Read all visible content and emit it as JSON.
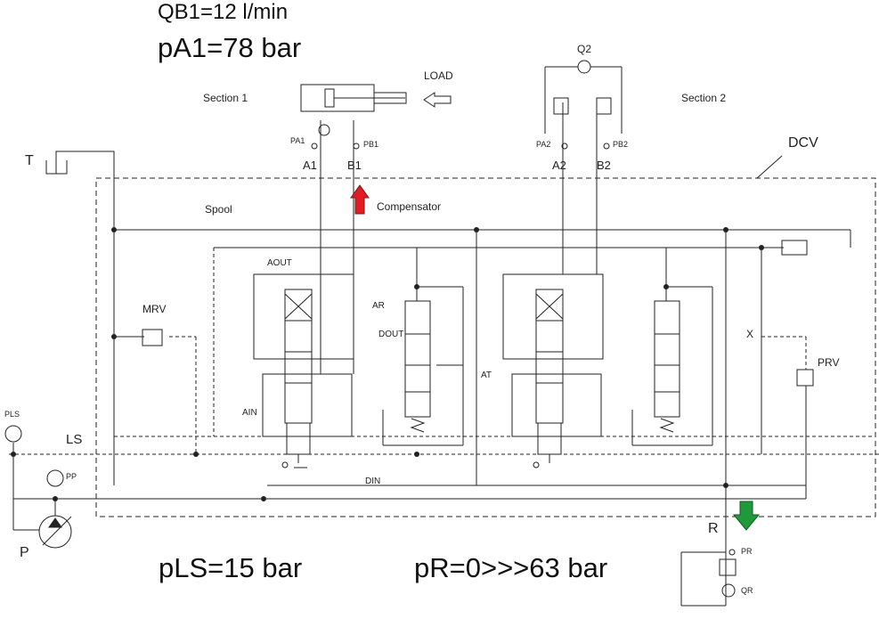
{
  "header": {
    "flow_label": "QB1=12 l/min",
    "pa1_label": "pA1=78 bar"
  },
  "footer": {
    "pls_label": "pLS=15 bar",
    "pr_label": "pR=0>>>63 bar"
  },
  "diagram": {
    "section1": "Section 1",
    "section2": "Section 2",
    "load": "LOAD",
    "q2": "Q2",
    "dcv": "DCV",
    "tank": "T",
    "pa1": "PA1",
    "pb1": "PB1",
    "pa2": "PA2",
    "pb2": "PB2",
    "a1": "A1",
    "b1": "B1",
    "a2": "A2",
    "b2": "B2",
    "spool": "Spool",
    "compensator": "Compensator",
    "aout": "AOUT",
    "dout": "DOUT",
    "ar": "AR",
    "at": "AT",
    "ain": "AIN",
    "din": "DIN",
    "mrv": "MRV",
    "prv": "PRV",
    "x": "X",
    "pls_gauge": "PLS",
    "ls": "LS",
    "pp": "PP",
    "p": "P",
    "r": "R",
    "pr_gauge": "PR",
    "qr": "QR"
  },
  "colors": {
    "up_arrow": "#e31b23",
    "down_arrow": "#1f9a3a",
    "line": "#222222"
  }
}
